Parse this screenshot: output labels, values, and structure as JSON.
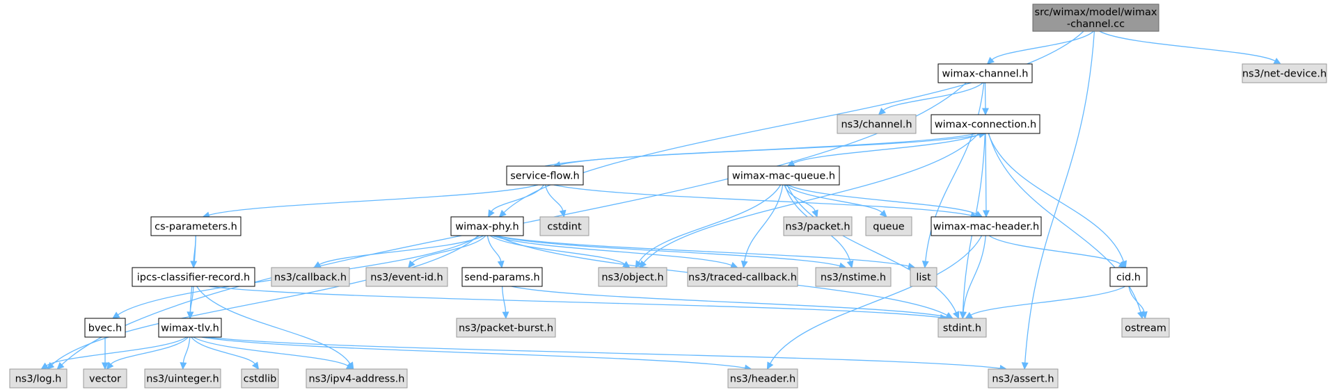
{
  "colors": {
    "root_fill": "#999999",
    "root_stroke": "#666666",
    "file_fill": "#ffffff",
    "file_stroke": "#000000",
    "external_fill": "#e0e0e0",
    "external_stroke": "#999999",
    "edge": "#63b8ff"
  },
  "nodes": [
    {
      "id": "root",
      "kind": "root",
      "lines": [
        "src/wimax/model/wimax",
        "-channel.cc"
      ]
    },
    {
      "id": "wimax_channel_h",
      "kind": "file",
      "lines": [
        "wimax-channel.h"
      ]
    },
    {
      "id": "ns3_net_device_h",
      "kind": "external",
      "lines": [
        "ns3/net-device.h"
      ]
    },
    {
      "id": "ns3_channel_h",
      "kind": "external",
      "lines": [
        "ns3/channel.h"
      ]
    },
    {
      "id": "wimax_connection_h",
      "kind": "file",
      "lines": [
        "wimax-connection.h"
      ]
    },
    {
      "id": "service_flow_h",
      "kind": "file",
      "lines": [
        "service-flow.h"
      ]
    },
    {
      "id": "wimax_mac_queue_h",
      "kind": "file",
      "lines": [
        "wimax-mac-queue.h"
      ]
    },
    {
      "id": "cs_parameters_h",
      "kind": "file",
      "lines": [
        "cs-parameters.h"
      ]
    },
    {
      "id": "wimax_phy_h",
      "kind": "file",
      "lines": [
        "wimax-phy.h"
      ]
    },
    {
      "id": "cstdint",
      "kind": "external",
      "lines": [
        "cstdint"
      ]
    },
    {
      "id": "ns3_packet_h",
      "kind": "external",
      "lines": [
        "ns3/packet.h"
      ]
    },
    {
      "id": "queue",
      "kind": "external",
      "lines": [
        "queue"
      ]
    },
    {
      "id": "wimax_mac_header_h",
      "kind": "file",
      "lines": [
        "wimax-mac-header.h"
      ]
    },
    {
      "id": "ipcs_classifier_record_h",
      "kind": "file",
      "lines": [
        "ipcs-classifier-record.h"
      ]
    },
    {
      "id": "ns3_callback_h",
      "kind": "external",
      "lines": [
        "ns3/callback.h"
      ]
    },
    {
      "id": "ns3_event_id_h",
      "kind": "external",
      "lines": [
        "ns3/event-id.h"
      ]
    },
    {
      "id": "send_params_h",
      "kind": "file",
      "lines": [
        "send-params.h"
      ]
    },
    {
      "id": "ns3_object_h",
      "kind": "external",
      "lines": [
        "ns3/object.h"
      ]
    },
    {
      "id": "ns3_traced_callback_h",
      "kind": "external",
      "lines": [
        "ns3/traced-callback.h"
      ]
    },
    {
      "id": "ns3_nstime_h",
      "kind": "external",
      "lines": [
        "ns3/nstime.h"
      ]
    },
    {
      "id": "list",
      "kind": "external",
      "lines": [
        "list"
      ]
    },
    {
      "id": "cid_h",
      "kind": "file",
      "lines": [
        "cid.h"
      ]
    },
    {
      "id": "bvec_h",
      "kind": "file",
      "lines": [
        "bvec.h"
      ]
    },
    {
      "id": "wimax_tlv_h",
      "kind": "file",
      "lines": [
        "wimax-tlv.h"
      ]
    },
    {
      "id": "ns3_packet_burst_h",
      "kind": "external",
      "lines": [
        "ns3/packet-burst.h"
      ]
    },
    {
      "id": "stdint_h",
      "kind": "external",
      "lines": [
        "stdint.h"
      ]
    },
    {
      "id": "ostream",
      "kind": "external",
      "lines": [
        "ostream"
      ]
    },
    {
      "id": "ns3_log_h",
      "kind": "external",
      "lines": [
        "ns3/log.h"
      ]
    },
    {
      "id": "vector",
      "kind": "external",
      "lines": [
        "vector"
      ]
    },
    {
      "id": "ns3_uinteger_h",
      "kind": "external",
      "lines": [
        "ns3/uinteger.h"
      ]
    },
    {
      "id": "cstdlib",
      "kind": "external",
      "lines": [
        "cstdlib"
      ]
    },
    {
      "id": "ns3_ipv4_address_h",
      "kind": "external",
      "lines": [
        "ns3/ipv4-address.h"
      ]
    },
    {
      "id": "ns3_header_h",
      "kind": "external",
      "lines": [
        "ns3/header.h"
      ]
    },
    {
      "id": "ns3_assert_h",
      "kind": "external",
      "lines": [
        "ns3/assert.h"
      ]
    }
  ],
  "edges": [
    [
      "root",
      "wimax_channel_h"
    ],
    [
      "root",
      "ns3_net_device_h"
    ],
    [
      "root",
      "wimax_phy_h"
    ],
    [
      "root",
      "ns3_assert_h"
    ],
    [
      "wimax_channel_h",
      "ns3_channel_h"
    ],
    [
      "wimax_channel_h",
      "wimax_connection_h"
    ],
    [
      "wimax_channel_h",
      "ns3_log_h"
    ],
    [
      "wimax_channel_h",
      "list"
    ],
    [
      "wimax_connection_h",
      "service_flow_h"
    ],
    [
      "wimax_connection_h",
      "wimax_mac_queue_h"
    ],
    [
      "wimax_connection_h",
      "wimax_mac_header_h"
    ],
    [
      "wimax_connection_h",
      "ns3_object_h"
    ],
    [
      "wimax_connection_h",
      "cid_h"
    ],
    [
      "wimax_connection_h",
      "stdint_h"
    ],
    [
      "wimax_connection_h",
      "ostream"
    ],
    [
      "service_flow_h",
      "wimax_connection_h"
    ],
    [
      "service_flow_h",
      "cs_parameters_h"
    ],
    [
      "service_flow_h",
      "wimax_phy_h"
    ],
    [
      "service_flow_h",
      "cstdint"
    ],
    [
      "service_flow_h",
      "wimax_mac_header_h"
    ],
    [
      "wimax_mac_queue_h",
      "ns3_packet_h"
    ],
    [
      "wimax_mac_queue_h",
      "queue"
    ],
    [
      "wimax_mac_queue_h",
      "wimax_mac_header_h"
    ],
    [
      "wimax_mac_queue_h",
      "ns3_object_h"
    ],
    [
      "wimax_mac_queue_h",
      "ns3_traced_callback_h"
    ],
    [
      "wimax_mac_queue_h",
      "ns3_nstime_h"
    ],
    [
      "wimax_mac_queue_h",
      "stdint_h"
    ],
    [
      "cs_parameters_h",
      "ipcs_classifier_record_h"
    ],
    [
      "cs_parameters_h",
      "wimax_tlv_h"
    ],
    [
      "wimax_phy_h",
      "ns3_callback_h"
    ],
    [
      "wimax_phy_h",
      "ns3_event_id_h"
    ],
    [
      "wimax_phy_h",
      "send_params_h"
    ],
    [
      "wimax_phy_h",
      "ns3_object_h"
    ],
    [
      "wimax_phy_h",
      "ns3_traced_callback_h"
    ],
    [
      "wimax_phy_h",
      "ns3_nstime_h"
    ],
    [
      "wimax_phy_h",
      "list"
    ],
    [
      "wimax_phy_h",
      "bvec_h"
    ],
    [
      "wimax_phy_h",
      "ns3_log_h"
    ],
    [
      "wimax_phy_h",
      "stdint_h"
    ],
    [
      "wimax_mac_header_h",
      "cid_h"
    ],
    [
      "wimax_mac_header_h",
      "stdint_h"
    ],
    [
      "wimax_mac_header_h",
      "ns3_header_h"
    ],
    [
      "ipcs_classifier_record_h",
      "wimax_tlv_h"
    ],
    [
      "ipcs_classifier_record_h",
      "ns3_ipv4_address_h"
    ],
    [
      "ipcs_classifier_record_h",
      "stdint_h"
    ],
    [
      "send_params_h",
      "ns3_packet_burst_h"
    ],
    [
      "send_params_h",
      "stdint_h"
    ],
    [
      "cid_h",
      "ostream"
    ],
    [
      "cid_h",
      "stdint_h"
    ],
    [
      "bvec_h",
      "vector"
    ],
    [
      "wimax_tlv_h",
      "ns3_log_h"
    ],
    [
      "wimax_tlv_h",
      "vector"
    ],
    [
      "wimax_tlv_h",
      "ns3_uinteger_h"
    ],
    [
      "wimax_tlv_h",
      "cstdlib"
    ],
    [
      "wimax_tlv_h",
      "ns3_ipv4_address_h"
    ],
    [
      "wimax_tlv_h",
      "ns3_header_h"
    ],
    [
      "wimax_tlv_h",
      "ns3_assert_h"
    ]
  ]
}
